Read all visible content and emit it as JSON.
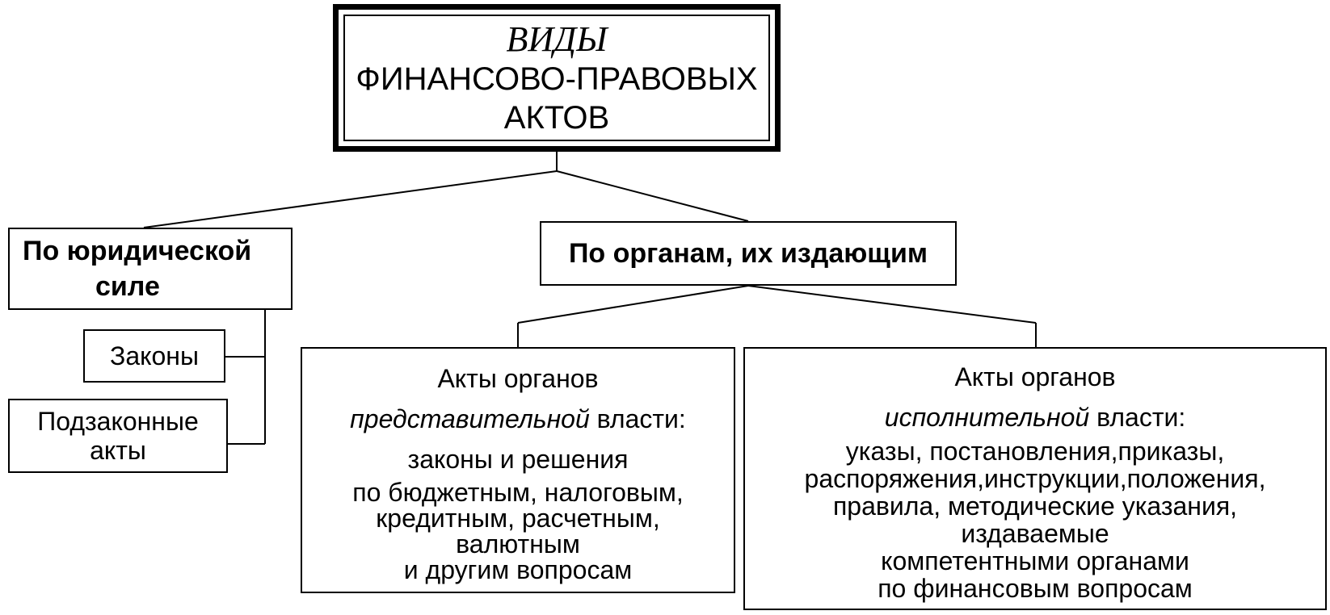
{
  "root": {
    "title": "ВИДЫ",
    "line1": "ФИНАНСОВО-ПРАВОВЫХ",
    "line2": "АКТОВ"
  },
  "by_legal_force": {
    "line1": "По юридической",
    "line2": "силе",
    "children": {
      "laws": "Законы",
      "sublaws_line1": "Подзаконные",
      "sublaws_line2": "акты"
    }
  },
  "by_issuing_organs": {
    "label": "По органам, их издающим",
    "representative": {
      "line1": "Акты органов",
      "italic": "представительной",
      "rest": " власти:",
      "line3": "законы и решения",
      "line4": "по бюджетным, налоговым,",
      "line5": "кредитным, расчетным,",
      "line6": "валютным",
      "line7": "и другим вопросам"
    },
    "executive": {
      "line1": "Акты органов",
      "italic": "исполнительной",
      "rest": " власти:",
      "line3": "указы, постановления,приказы,",
      "line4": "распоряжения,инструкции,положения,",
      "line5": "правила, методические указания,",
      "line6": "издаваемые",
      "line7": "компетентными органами",
      "line8": "по финансовым вопросам"
    }
  }
}
